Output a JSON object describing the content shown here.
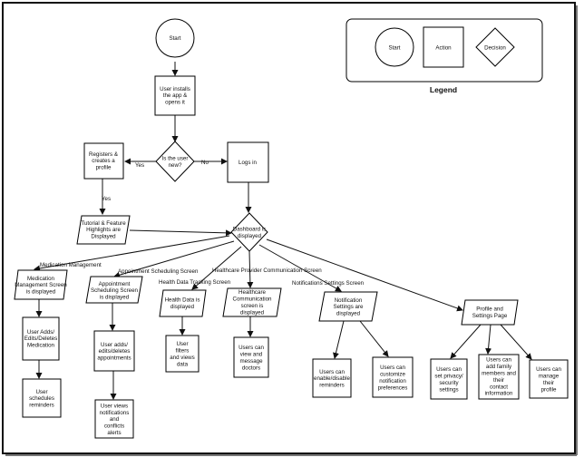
{
  "nodes": {
    "start": "Start",
    "install": "User installs the app & opens it",
    "is_new": "Is the user new?",
    "register": "Registers & creates a profile",
    "logs_in": "Logs in",
    "tutorial": "Tutorial & Feature Highlights are Displayed",
    "dashboard": "Dashboard is displayed",
    "med_screen": "Medication Management Screen is displayed",
    "appt_screen": "Appointment Scheduling Screen is displayed",
    "health_screen": "Health Data is displayed",
    "hcp_screen": "Healthcare Communication screen is displayed",
    "notif_screen": "Notification Settings are displayed",
    "profile_page": "Profile and Settings Page",
    "med_edit": "User Adds/ Edits/Deletes Medication",
    "med_remind": "User schedules reminders",
    "appt_edit": "User adds/ edits/deletes appointments",
    "appt_view": "User views notifications and conflicts alerts",
    "health_filter": "User filters and views data",
    "hcp_msg": "Users can view and message doctors",
    "notif_toggle": "Users can enable/disable reminders",
    "notif_custom": "Users can customize notification preferences",
    "privacy": "Users can set privacy/ security settings",
    "family": "Users can add family members and their contact information",
    "manage_profile": "Users can manage their profile"
  },
  "edge_labels": {
    "yes_register": "Yes",
    "no_login": "No",
    "yes_tutorial": "Yes",
    "medication": "Medication Management",
    "appointment": "Appointment Scheduling Screen",
    "health": "Health Data Tracking Screen",
    "hcp": "Healthcare Provider Communication Screen",
    "notifications": "Notifications Settings Screen"
  },
  "legend": {
    "start": "Start",
    "action": "Action",
    "decision": "Decision",
    "title": "Legend"
  }
}
